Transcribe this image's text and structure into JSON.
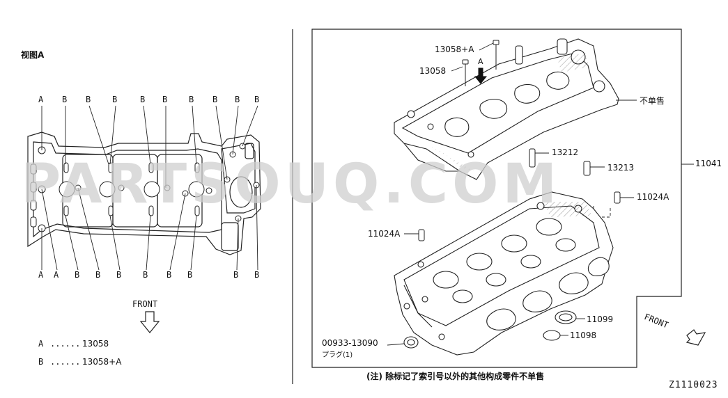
{
  "left_panel": {
    "view_title": "视图A",
    "top_letters": [
      "A",
      "B",
      "B",
      "B",
      "B",
      "B",
      "B",
      "B",
      "B",
      "B"
    ],
    "bottom_letters": [
      "A",
      "A",
      "B",
      "B",
      "B",
      "B",
      "B",
      "B",
      "B",
      "B"
    ],
    "front_label": "FRONT",
    "legend": [
      {
        "letter": "A",
        "dots": "......",
        "part": "13058"
      },
      {
        "letter": "B",
        "dots": "......",
        "part": "13058+A"
      }
    ]
  },
  "right_panel": {
    "parts": {
      "p13058a": "13058+A",
      "p13058": "13058",
      "view_marker": "A",
      "not_sold_separately": "不单售",
      "p13212": "13212",
      "p13213": "13213",
      "p11041": "11041",
      "p11024a_right": "11024A",
      "p11024a_left": "11024A",
      "p11099": "11099",
      "p11098": "11098",
      "p00933": "00933-13090",
      "plug": "プラグ(1)"
    },
    "front_label": "FRONT",
    "footnote": "(注) 除标记了索引号以外的其他构成零件不单售"
  },
  "figure_code": "Z1110023",
  "watermark": "PARTSOUQ.COM",
  "colors": {
    "line": "#1a1a1a",
    "watermark": "#c8c8c8",
    "background": "#ffffff"
  }
}
